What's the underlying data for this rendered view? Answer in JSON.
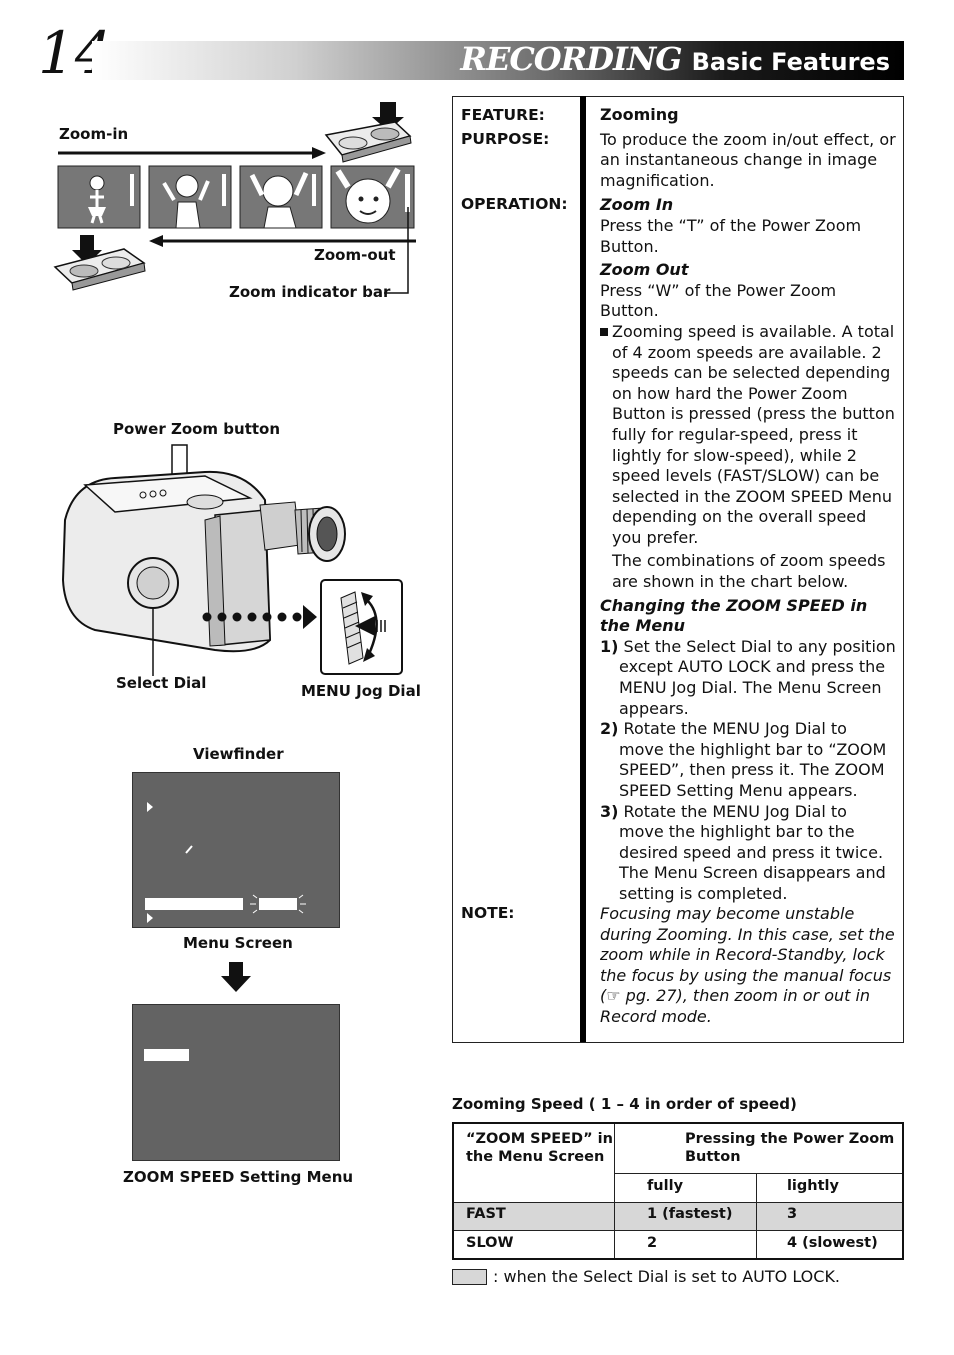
{
  "header": {
    "page_number": "14",
    "title": "RECORDING",
    "subtitle": "Basic Features"
  },
  "diagram": {
    "zoom_in": "Zoom-in",
    "zoom_out": "Zoom-out",
    "zoom_indicator_bar": "Zoom indicator bar",
    "power_zoom_button": "Power Zoom button",
    "select_dial": "Select Dial",
    "menu_jog_dial": "MENU Jog Dial",
    "viewfinder": "Viewfinder",
    "menu_screen": "Menu Screen",
    "zoom_speed_setting_menu": "ZOOM SPEED Setting Menu"
  },
  "feature": {
    "feature_label": "FEATURE:",
    "feature_value": "Zooming",
    "purpose_label": "PURPOSE:",
    "purpose_value": "To produce the zoom in/out effect, or an instantaneous change in image magnification.",
    "operation_label": "OPERATION:",
    "zoom_in_title": "Zoom In",
    "zoom_in_text": "Press the “T” of the Power Zoom Button.",
    "zoom_out_title": "Zoom Out",
    "zoom_out_text": "Press “W” of the Power Zoom Button.",
    "bullet_text": "Zooming speed is available. A total of 4 zoom speeds are available.  2 speeds can be selected depending on how hard the Power Zoom Button is pressed (press the button fully for regular-speed, press it lightly for slow-speed), while 2 speed levels (FAST/SLOW) can be selected  in the ZOOM SPEED Menu depending on the overall speed you prefer.",
    "combinations_text": "The combinations of zoom speeds are shown in the chart below.",
    "changing_title": "Changing the ZOOM SPEED in the Menu",
    "step1_num": "1)",
    "step1_text": "Set the Select Dial to any position except AUTO LOCK and press the MENU Jog Dial. The Menu Screen appears.",
    "step2_num": "2)",
    "step2_text": "Rotate the MENU Jog Dial to move the highlight bar to “ZOOM SPEED”, then press it. The ZOOM SPEED Setting Menu appears.",
    "step3_num": "3)",
    "step3_text": "Rotate the MENU Jog Dial to move the highlight bar to the desired speed and press it twice. The Menu Screen disappears and setting is completed.",
    "note_label": "NOTE:",
    "note_text": "Focusing may become unstable during Zooming. In this case, set the zoom while in Record-Standby, lock the focus by using the manual focus (☞ pg. 27), then zoom in or out in Record mode."
  },
  "speed_table": {
    "caption": "Zooming Speed ( 1 – 4 in order of speed)",
    "col1_header": "“ZOOM SPEED” in the Menu Screen",
    "col2_header": "Pressing the Power Zoom Button",
    "sub_fully": "fully",
    "sub_lightly": "lightly",
    "rows": [
      {
        "setting": "FAST",
        "fully": "1 (fastest)",
        "lightly": "3"
      },
      {
        "setting": "SLOW",
        "fully": "2",
        "lightly": "4 (slowest)"
      }
    ],
    "legend": ": when the Select Dial is set to AUTO LOCK."
  }
}
